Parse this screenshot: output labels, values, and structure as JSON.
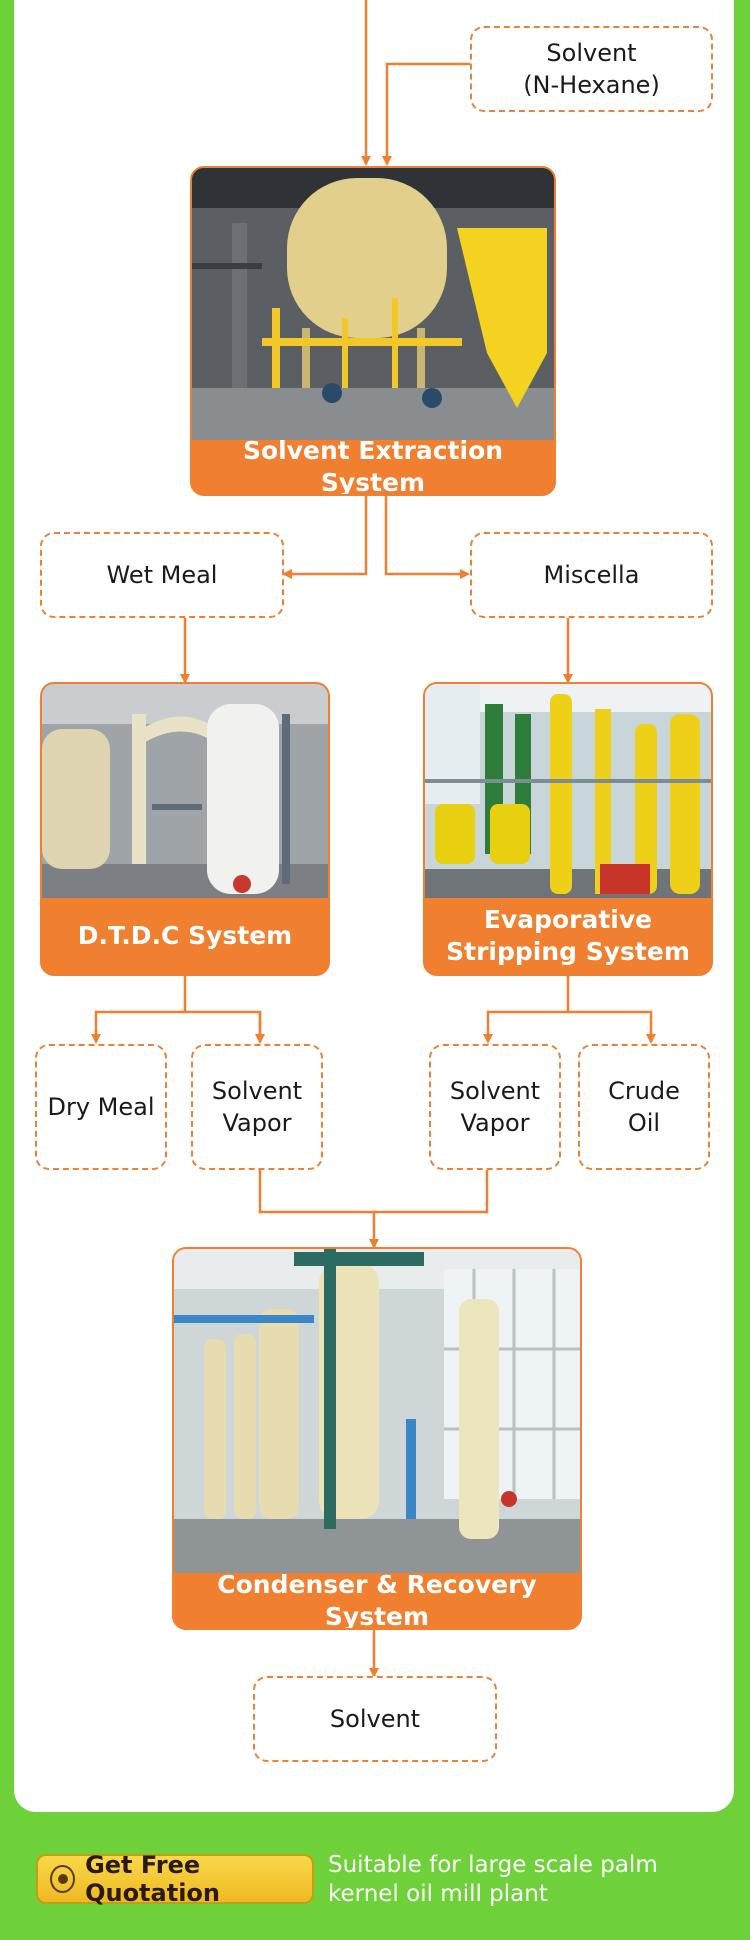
{
  "boxes": {
    "solvent_input": "Solvent\n(N-Hexane)",
    "wet_meal": "Wet Meal",
    "miscella": "Miscella",
    "dry_meal": "Dry Meal",
    "solvent_vapor_left": "Solvent\nVapor",
    "solvent_vapor_right": "Solvent\nVapor",
    "crude_oil": "Crude\nOil",
    "solvent_output": "Solvent"
  },
  "systems": {
    "extraction": "Solvent Extraction System",
    "dtdc": "D.T.D.C System",
    "evaporative": "Evaporative\nStripping System",
    "condenser": "Condenser & Recovery System"
  },
  "footer": {
    "button_label": "Get Free Quotation",
    "tagline": "Suitable for large scale palm kernel oil mill plant"
  },
  "colors": {
    "accent": "#f07f2f",
    "background": "#6fd13a",
    "button": "#f2c530"
  }
}
